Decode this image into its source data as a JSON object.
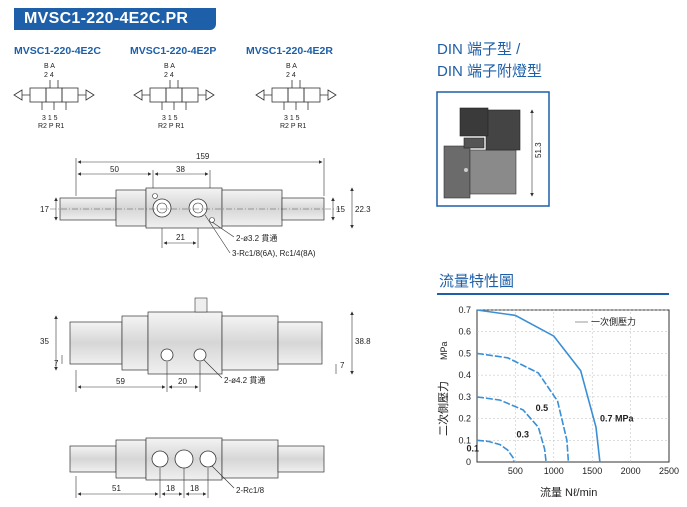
{
  "title": "MVSC1-220-4E2C.PR",
  "models": [
    "MVSC1-220-4E2C",
    "MVSC1-220-4E2P",
    "MVSC1-220-4E2R"
  ],
  "symbol": {
    "top": "B A",
    "top_nums": "2 4",
    "bottom_nums": "3 1 5",
    "bottom": "R2 P R1"
  },
  "din": {
    "line1": "DIN 端子型 /",
    "line2": "DIN 端子附燈型",
    "dim": "51.3"
  },
  "view1": {
    "d159": "159",
    "d50": "50",
    "d38": "38",
    "d21": "21",
    "d17": "17",
    "d15": "15",
    "d223": "22.3",
    "note1": "2-ø3.2 貫通",
    "note2": "3-Rc1/8(6A), Rc1/4(8A)"
  },
  "view2": {
    "d35": "35",
    "d7": "7",
    "d388": "38.8",
    "d7b": "7",
    "d59": "59",
    "d20": "20",
    "note": "2-ø4.2 貫通"
  },
  "view3": {
    "d51": "51",
    "d18a": "18",
    "d18b": "18",
    "note": "2-Rc1/8"
  },
  "flow": {
    "title": "流量特性圖",
    "ylabel_cn": "二次側壓力",
    "yunit": "MPa",
    "xlabel": "流量  Nℓ/min",
    "legend": "一次側壓力"
  },
  "chart_data": {
    "type": "line",
    "title": "流量特性圖",
    "xlabel": "流量 Nℓ/min",
    "ylabel": "二次側壓力 MPa",
    "xlim": [
      0,
      2500
    ],
    "ylim": [
      0,
      0.7
    ],
    "xticks": [
      "500",
      "1000",
      "1500",
      "2000",
      "2500"
    ],
    "yticks": [
      "0",
      "0.1",
      "0.2",
      "0.3",
      "0.4",
      "0.5",
      "0.6",
      "0.7"
    ],
    "grid": true,
    "series": [
      {
        "name": "0.1",
        "label": "0.1",
        "x": [
          0,
          150,
          300,
          400,
          470,
          480
        ],
        "y": [
          0.1,
          0.095,
          0.08,
          0.055,
          0.02,
          0
        ]
      },
      {
        "name": "0.3",
        "label": "0.3",
        "x": [
          0,
          300,
          600,
          800,
          880,
          900
        ],
        "y": [
          0.3,
          0.285,
          0.24,
          0.16,
          0.06,
          0
        ]
      },
      {
        "name": "0.5",
        "label": "0.5",
        "x": [
          0,
          400,
          800,
          1050,
          1170,
          1190
        ],
        "y": [
          0.5,
          0.48,
          0.41,
          0.28,
          0.1,
          0
        ]
      },
      {
        "name": "0.7 MPa",
        "label": "0.7 MPa",
        "x": [
          0,
          500,
          1000,
          1350,
          1550,
          1600
        ],
        "y": [
          0.7,
          0.675,
          0.58,
          0.42,
          0.16,
          0
        ]
      }
    ]
  }
}
